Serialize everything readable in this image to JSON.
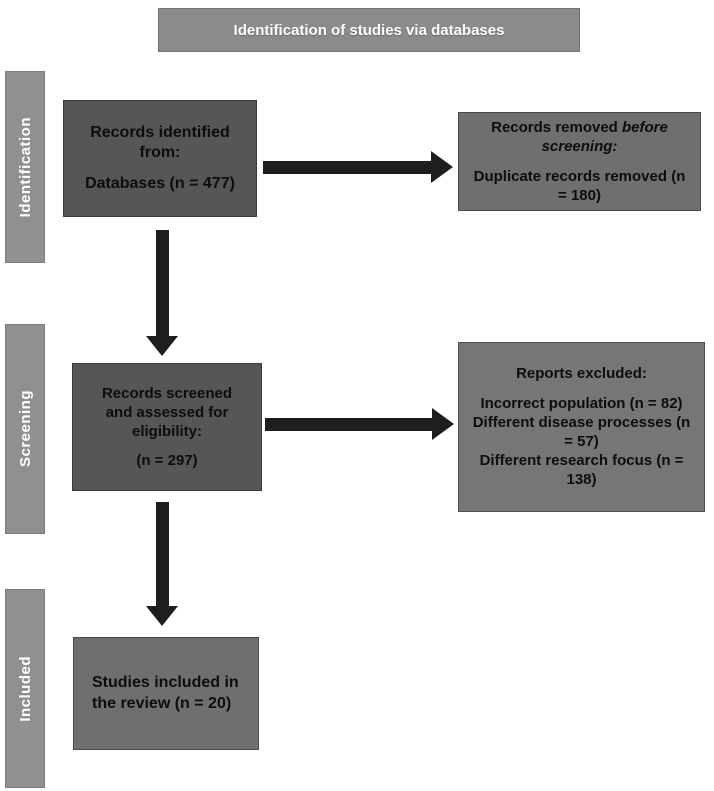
{
  "diagram": {
    "title": "Identification of studies via databases",
    "stages": [
      {
        "id": "identification",
        "label": "Identification"
      },
      {
        "id": "screening",
        "label": "Screening"
      },
      {
        "id": "included",
        "label": "Included"
      }
    ],
    "boxes": {
      "identified": {
        "line1": "Records identified from:",
        "line2": "Databases (n = 477)"
      },
      "removed": {
        "line1_normal": "Records removed ",
        "line1_italic": "before screening:",
        "line2": "Duplicate records removed (n = 180)"
      },
      "screened": {
        "line1": "Records screened and assessed for eligibility:",
        "line2": "(n = 297)"
      },
      "excluded": {
        "heading": "Reports excluded:",
        "items": [
          "Incorrect population (n = 82)",
          "Different disease processes (n = 57)",
          "Different research focus (n = 138)"
        ]
      },
      "included": {
        "line1": "Studies included in the review (n = 20)"
      }
    },
    "counts": {
      "identified": 477,
      "duplicates_removed": 180,
      "screened": 297,
      "excluded_incorrect_population": 82,
      "excluded_different_disease_processes": 57,
      "excluded_different_research_focus": 138,
      "included": 20
    },
    "colors": {
      "header_fill": "#8b8b8b",
      "stage_bar_fill": "#909090",
      "primary_box_fill": "#565656",
      "secondary_box_fill": "#6f6f6f",
      "tertiary_box_fill": "#767676",
      "arrow": "#1e1e1e",
      "header_text": "#ffffff",
      "box_text": "#0d0d0d",
      "background": "#ffffff"
    }
  }
}
